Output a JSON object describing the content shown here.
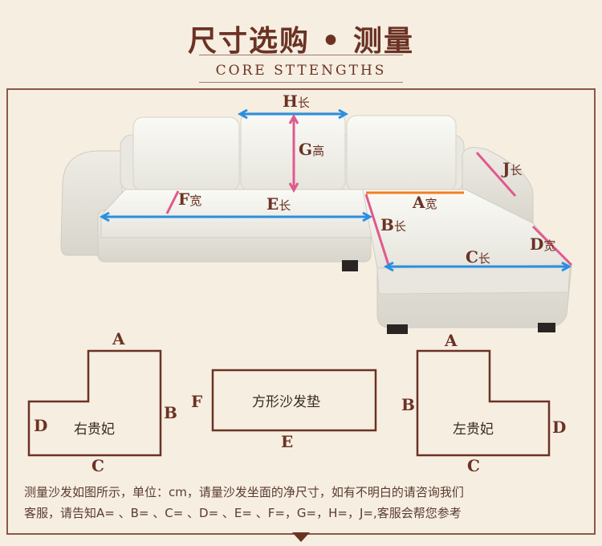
{
  "header": {
    "title": "尺寸选购 • 测量",
    "subtitle": "CORE STTENGTHS"
  },
  "sofa_labels": {
    "H": {
      "letter": "H",
      "suffix": "长"
    },
    "G": {
      "letter": "G",
      "suffix": "高"
    },
    "J": {
      "letter": "J",
      "suffix": "长"
    },
    "F": {
      "letter": "F",
      "suffix": "宽"
    },
    "E": {
      "letter": "E",
      "suffix": "长"
    },
    "A": {
      "letter": "A",
      "suffix": "宽"
    },
    "B": {
      "letter": "B",
      "suffix": "长"
    },
    "C": {
      "letter": "C",
      "suffix": "长"
    },
    "D": {
      "letter": "D",
      "suffix": "宽"
    }
  },
  "diagrams": {
    "right_chaise": {
      "label": "右贵妃",
      "A": "A",
      "B": "B",
      "C": "C",
      "D": "D"
    },
    "square_cushion": {
      "label": "方形沙发垫",
      "E": "E",
      "F": "F"
    },
    "left_chaise": {
      "label": "左贵妃",
      "A": "A",
      "B": "B",
      "C": "C",
      "D": "D"
    }
  },
  "note": {
    "line1": "测量沙发如图所示，单位：cm，请量沙发坐面的净尺寸，如有不明白的请咨询我们",
    "line2": "客服，请告知A=  、B=  、C=  、D=  、E=  、F=，G=，H=，J=,客服会帮您参考"
  },
  "colors": {
    "brand": "#6b3224",
    "arrow_blue": "#2a8fe0",
    "arrow_pink": "#e0598e",
    "arrow_orange": "#f07f1e"
  }
}
